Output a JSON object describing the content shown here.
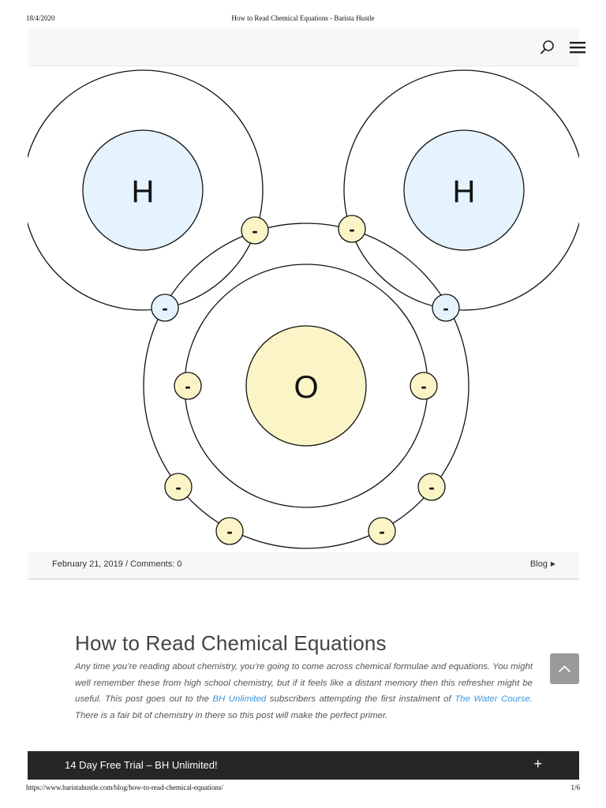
{
  "print_header": {
    "date": "18/4/2020",
    "title": "How to Read Chemical Equations - Barista Hustle"
  },
  "topbar": {
    "icons": [
      "search-icon",
      "hamburger-menu-icon"
    ]
  },
  "hero_diagram": {
    "oxygen_label": "O",
    "hydrogen_left_label": "H",
    "hydrogen_right_label": "H",
    "electron_label": "-",
    "colors": {
      "hydrogen_fill": "#e4f3fd",
      "oxygen_fill": "#fbf4c6",
      "outline": "#111111"
    }
  },
  "meta": {
    "date_comments": "February 21, 2019 / Comments: 0",
    "category": "Blog"
  },
  "article": {
    "title": "How to Read Chemical Equations",
    "p1": "Any time you’re reading about chemistry, you’re going to come across chemical formulae and equations. You might well remember these from high school chemistry, but if it feels like a distant memory then this refresher might be useful. This post goes out to the ",
    "link1": "BH Unlimited",
    "p2": " subscribers attempting the first instalment of ",
    "link2": "The Water Course",
    "p3": ". There is a fair bit of chemistry in there so this post will make the perfect primer."
  },
  "trial_bar": {
    "label": "14 Day Free Trial – BH Unlimited!",
    "expand": "+"
  },
  "print_footer": {
    "url": "https://www.baristahustle.com/blog/how-to-read-chemical-equations/",
    "page": "1/6"
  }
}
